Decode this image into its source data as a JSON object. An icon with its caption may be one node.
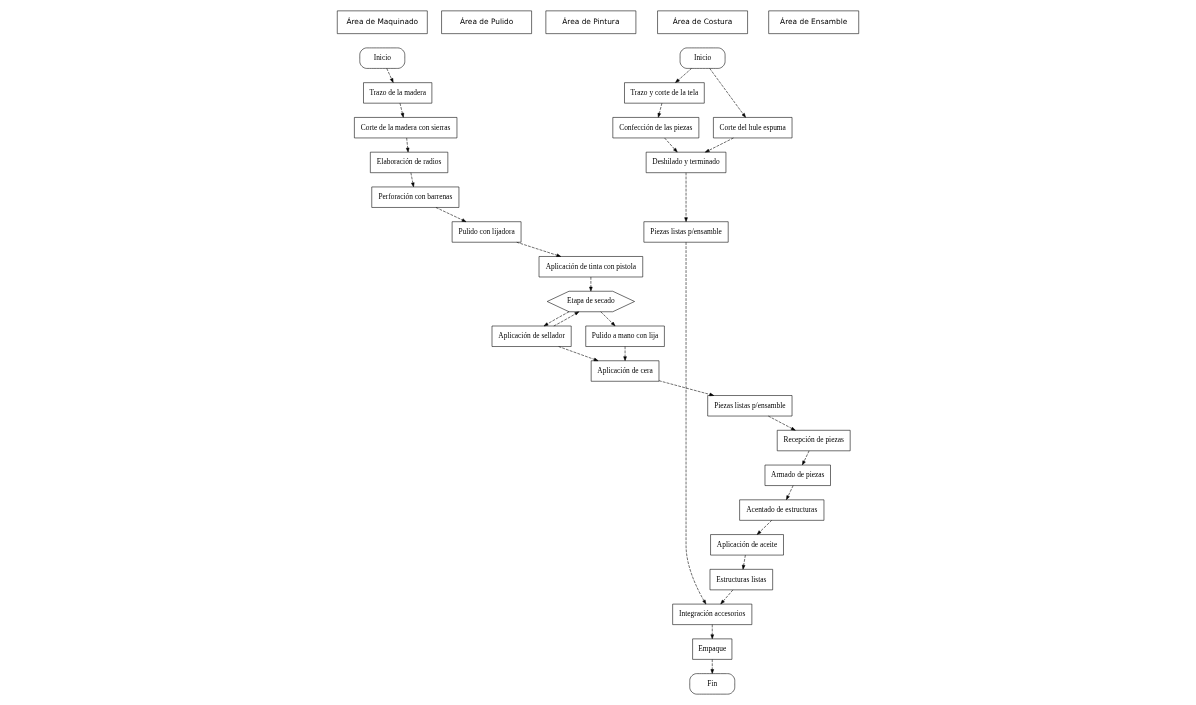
{
  "diagram": {
    "nodes": [
      {
        "text": [
          "Área de Maquinado"
        ]
      },
      {
        "text": [
          "Área de Pulido"
        ]
      },
      {
        "text": [
          "Área de Pintura"
        ]
      },
      {
        "text": [
          "Área de Costura"
        ]
      },
      {
        "text": [
          "Área de Ensamble"
        ]
      },
      {
        "text": [
          "Inicio"
        ]
      },
      {
        "text": [
          "Trazo de la madera"
        ]
      },
      {
        "text": [
          "Corte de la madera con sierras"
        ]
      },
      {
        "text": [
          "Elaboración de radios"
        ]
      },
      {
        "text": [
          "Perforación con barrenas"
        ]
      },
      {
        "text": [
          "Pulido con lijadora"
        ]
      },
      {
        "text": [
          "Aplicación de tinta con pistola"
        ]
      },
      {
        "text": [
          "Etapa de secado"
        ]
      },
      {
        "text": [
          "Pulido a mano con lija"
        ]
      },
      {
        "text": [
          "Aplicación de sellador"
        ]
      },
      {
        "text": [
          "Aplicación de cera"
        ]
      },
      {
        "text": [
          "Piezas listas p/ensamble"
        ]
      },
      {
        "text": [
          "Inicio"
        ]
      },
      {
        "text": [
          "Trazo y corte de la tela"
        ]
      },
      {
        "text": [
          "Corte del hule espuma"
        ]
      },
      {
        "text": [
          "Confección de las piezas"
        ]
      },
      {
        "text": [
          "Deshilado y terminado"
        ]
      },
      {
        "text": [
          "Piezas listas p/ensamble"
        ]
      },
      {
        "text": [
          "Recepción de piezas"
        ]
      },
      {
        "text": [
          "Armado de piezas"
        ]
      },
      {
        "text": [
          "Acentado de estructuras"
        ]
      },
      {
        "text": [
          "Aplicación de aceite"
        ]
      },
      {
        "text": [
          "Estructuras listas"
        ]
      },
      {
        "text": [
          "Integración accesorios"
        ]
      },
      {
        "text": [
          "Empaque"
        ]
      },
      {
        "text": [
          "Fin"
        ]
      }
    ],
    "edges": [
      {
        "from": 5,
        "to": 6,
        "arrow": "to",
        "style": "dashed"
      },
      {
        "from": 6,
        "to": 7,
        "arrow": "to",
        "style": "dashed"
      },
      {
        "from": 7,
        "to": 8,
        "arrow": "to",
        "style": "dashed"
      },
      {
        "from": 8,
        "to": 9,
        "arrow": "to",
        "style": "dashed"
      },
      {
        "from": 9,
        "to": 10,
        "arrow": "to",
        "style": "dashed"
      },
      {
        "from": 10,
        "to": 11,
        "arrow": "to",
        "style": "dashed"
      },
      {
        "from": 11,
        "to": 12,
        "arrow": "to",
        "style": "dashed"
      },
      {
        "from": 12,
        "to": 13,
        "arrow": "to",
        "style": "dashed"
      },
      {
        "from": 12,
        "to": 14,
        "arrow": "to",
        "style": "dashed"
      },
      {
        "from": 14,
        "to": 12,
        "arrow": "to",
        "style": "dashed"
      },
      {
        "from": 13,
        "to": 15,
        "arrow": "to",
        "style": "dashed"
      },
      {
        "from": 14,
        "to": 15,
        "arrow": "to",
        "style": "dashed"
      },
      {
        "from": 15,
        "to": 16,
        "arrow": "to",
        "style": "dashed"
      },
      {
        "from": 16,
        "to": 23,
        "arrow": "to",
        "style": "dashed"
      },
      {
        "from": 17,
        "to": 18,
        "arrow": "to",
        "style": "dashed"
      },
      {
        "from": 17,
        "to": 19,
        "arrow": "to",
        "style": "dashed"
      },
      {
        "from": 18,
        "to": 20,
        "arrow": "to",
        "style": "dashed"
      },
      {
        "from": 20,
        "to": 21,
        "arrow": "to",
        "style": "dashed"
      },
      {
        "from": 19,
        "to": 21,
        "arrow": "to",
        "style": "dashed"
      },
      {
        "from": 21,
        "to": 22,
        "arrow": "to",
        "style": "dashed"
      },
      {
        "from": 22,
        "to": 28,
        "arrow": "to",
        "style": "dashed"
      },
      {
        "from": 23,
        "to": 24,
        "arrow": "to",
        "style": "dashed"
      },
      {
        "from": 24,
        "to": 25,
        "arrow": "to",
        "style": "dashed"
      },
      {
        "from": 25,
        "to": 26,
        "arrow": "to",
        "style": "dashed"
      },
      {
        "from": 26,
        "to": 27,
        "arrow": "to",
        "style": "dashed"
      },
      {
        "from": 27,
        "to": 28,
        "arrow": "to",
        "style": "dashed"
      },
      {
        "from": 28,
        "to": 29,
        "arrow": "to",
        "style": "dashed"
      },
      {
        "from": 29,
        "to": 30,
        "arrow": "to",
        "style": "dashed"
      }
    ]
  }
}
